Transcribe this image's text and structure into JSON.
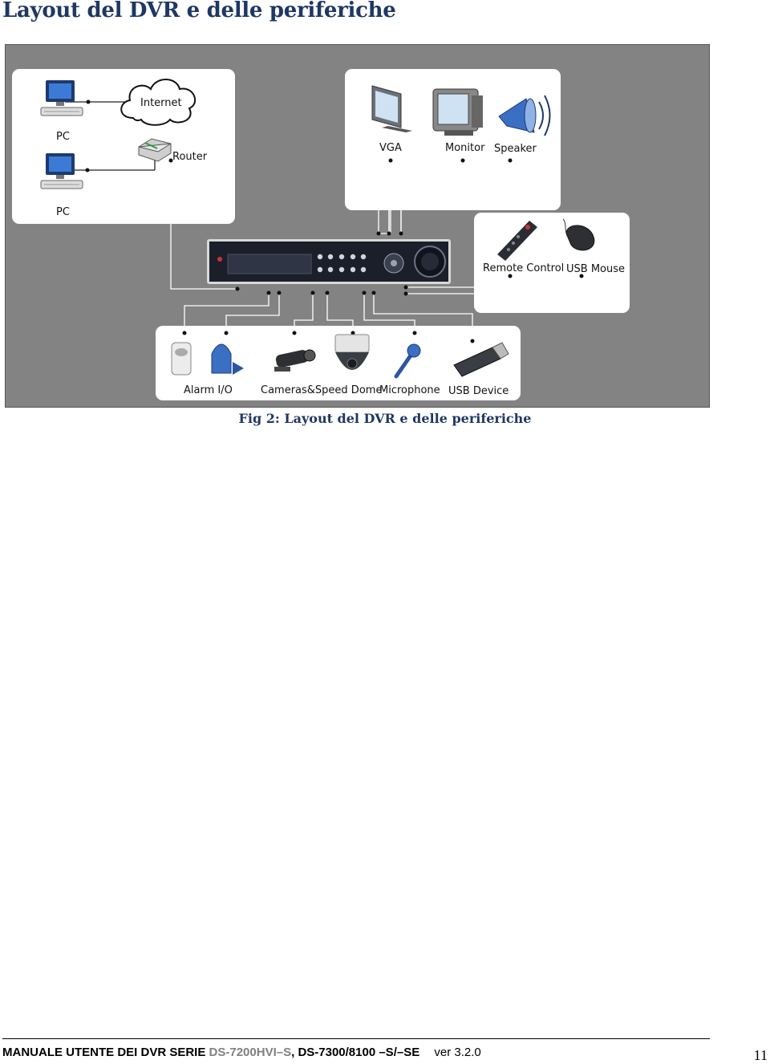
{
  "document": {
    "title": "Layout del DVR e delle periferiche",
    "caption": "Fig 2: Layout del DVR e delle periferiche"
  },
  "figure": {
    "network_labels": {
      "internet": "Internet",
      "router": "Router",
      "pc_top": "PC",
      "pc_bottom": "PC"
    },
    "output_labels": {
      "vga": "VGA",
      "monitor": "Monitor",
      "speaker": "Speaker"
    },
    "control_labels": {
      "remote": "Remote Control",
      "mouse": "USB Mouse"
    },
    "input_labels": {
      "alarm": "Alarm I/O",
      "cameras": "Cameras&Speed Dome",
      "microphone": "Microphone",
      "usb": "USB Device"
    },
    "colors": {
      "background": "#838383",
      "panel": "#ffffff",
      "wire": "#ffffff",
      "dvr": "#1b1f2a"
    }
  },
  "footer": {
    "manual": "MANUALE UTENTE DEI DVR SERIE",
    "model_a": "DS-7200HVI–S",
    "separator": ",",
    "model_b": "DS-7300/8100 –S/–SE",
    "version": "ver 3.2.0",
    "page_number": "11"
  }
}
